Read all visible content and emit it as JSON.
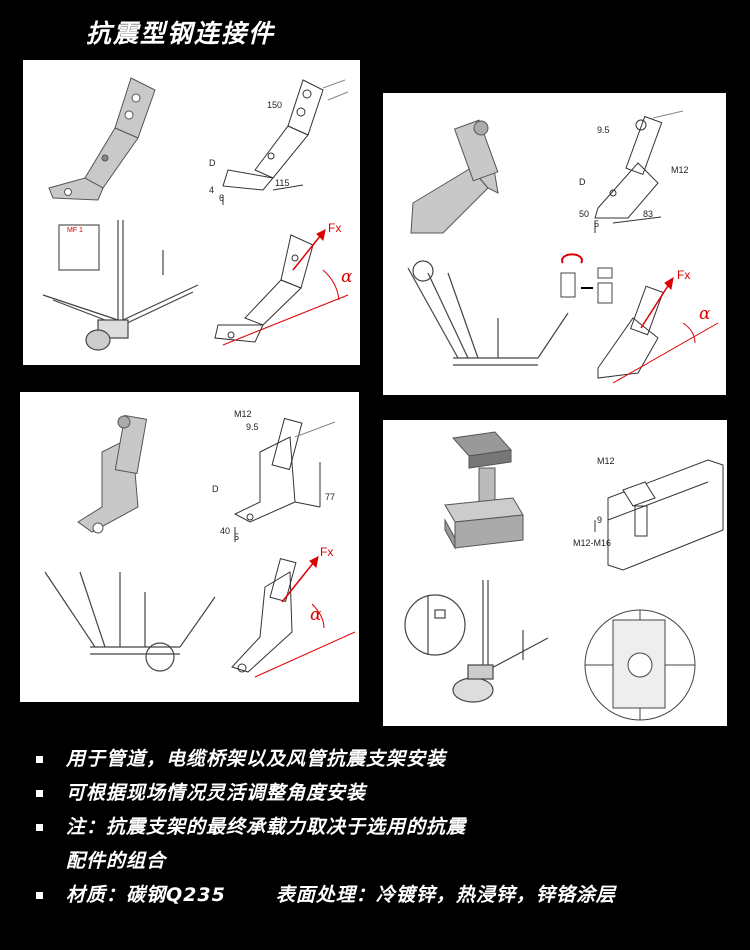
{
  "title": "抗震型钢连接件",
  "panels": {
    "p1": {
      "dims": {
        "top": "150",
        "right": "115",
        "d": "D",
        "t4": "4",
        "t6": "6"
      },
      "fx": "Fx",
      "alpha": "α",
      "tag": "MF 1"
    },
    "p2": {
      "dims": {
        "hole": "9.5",
        "bolt": "M12",
        "d": "D",
        "w50": "50",
        "t5": "5",
        "len": "83"
      },
      "fx": "Fx",
      "alpha": "α"
    },
    "p3": {
      "dims": {
        "bolt": "M12",
        "hole": "9.5",
        "d": "D",
        "h77": "77",
        "w40": "40",
        "t5": "5"
      },
      "fx": "Fx",
      "alpha": "α"
    },
    "p4": {
      "dims": {
        "bolt": "M12",
        "gap": "9",
        "range": "M12-M16"
      }
    }
  },
  "bullets": [
    {
      "text": "用于管道，电缆桥架以及风管抗震支架安装"
    },
    {
      "text": "可根据现场情况灵活调整角度安装"
    },
    {
      "text": "注：抗震支架的最终承载力取决于选用的抗震"
    },
    {
      "text": "配件的组合"
    },
    {
      "text": "材质：碳钢Q235",
      "text2": "表面处理：冷镀锌，热浸锌，锌铬涂层"
    }
  ]
}
